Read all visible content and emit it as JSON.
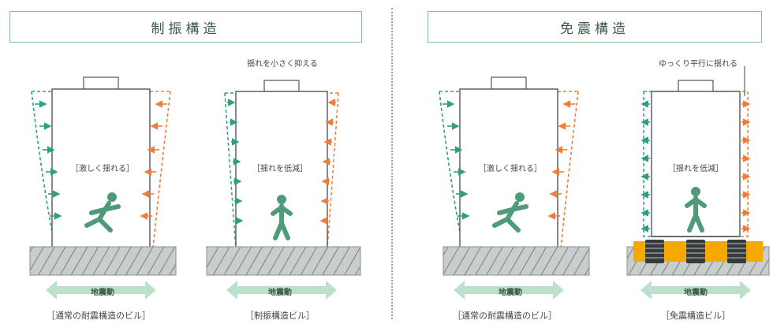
{
  "panels": {
    "left_title": "制振構造",
    "right_title": "免震構造"
  },
  "diagrams": [
    {
      "inner_label": "［激しく揺れる］",
      "ground_label": "地震動",
      "caption": "［通常の耐震構造のビル］",
      "note": ""
    },
    {
      "inner_label": "［揺れを低減］",
      "ground_label": "地震動",
      "caption": "［制振構造ビル］",
      "note": "揺れを小さく抑える"
    },
    {
      "inner_label": "［激しく揺れる］",
      "ground_label": "地震動",
      "caption": "［通常の耐震構造のビル］",
      "note": ""
    },
    {
      "inner_label": "［揺れを低減］",
      "ground_label": "地震動",
      "caption": "［免震構造ビル］",
      "note": "ゆっくり平行に揺れる"
    }
  ],
  "colors": {
    "green": "#2e9e84",
    "orange": "#ee7d3c",
    "ground_fill": "#c9cdcb",
    "arrow": "#bde0cc",
    "isolator": "#f5a800",
    "frame": "#8bbf9b",
    "person": "#4f9a78"
  },
  "icons": [
    "running-person-icon",
    "standing-person-icon",
    "double-arrow-icon",
    "hatched-ground-icon",
    "isolator-icon"
  ]
}
